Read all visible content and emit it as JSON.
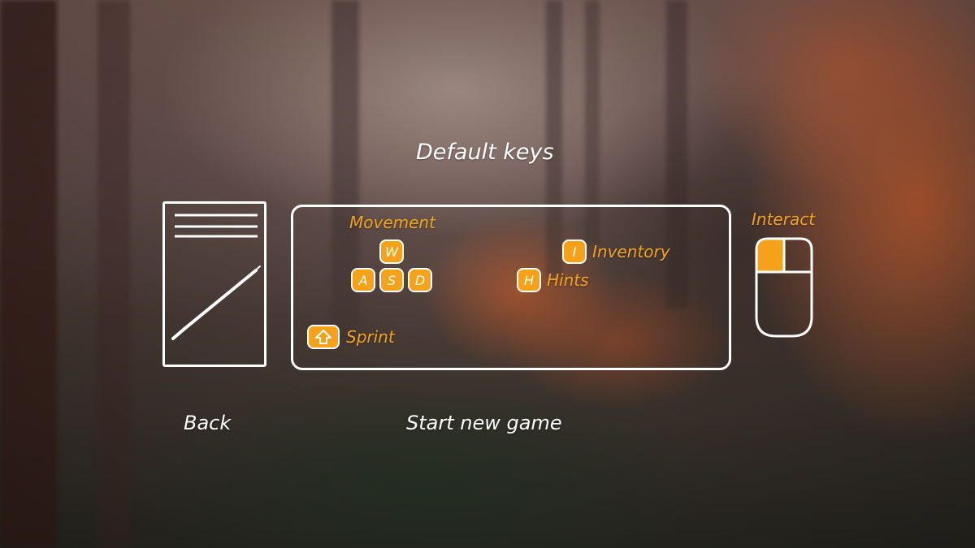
{
  "screen": {
    "title": "Default keys",
    "accent_color": "#f5a21a",
    "text_color": "#ffffff"
  },
  "notepad": {
    "icon": "notepad-with-pencil-icon"
  },
  "controls": {
    "movement": {
      "label": "Movement",
      "keys": [
        "W",
        "A",
        "S",
        "D"
      ]
    },
    "inventory": {
      "key": "I",
      "label": "Inventory"
    },
    "hints": {
      "key": "H",
      "label": "Hints"
    },
    "sprint": {
      "icon": "shift-arrow-icon",
      "label": "Sprint"
    },
    "interact": {
      "label": "Interact",
      "icon": "mouse-left-button-icon"
    }
  },
  "menu": {
    "back_label": "Back",
    "start_label": "Start new game"
  }
}
